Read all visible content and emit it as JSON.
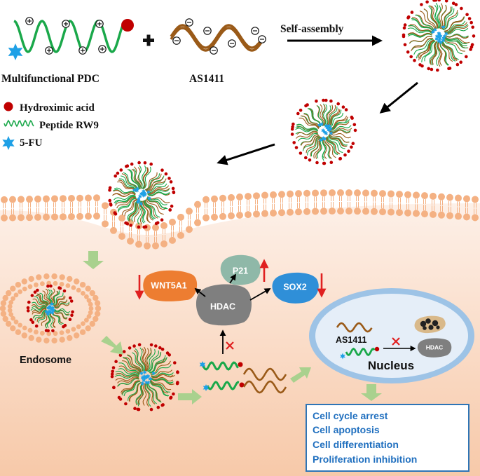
{
  "top": {
    "pdc_label": "Multifunctional PDC",
    "aptamer_label": "AS1411",
    "arrow_label": "Self-assembly"
  },
  "legend": [
    {
      "label": "Hydroximic acid",
      "icon": "red-dot-icon"
    },
    {
      "label": "Peptide RW9",
      "icon": "green-wave-icon"
    },
    {
      "label": "5-FU",
      "icon": "blue-star-icon"
    }
  ],
  "cell": {
    "endosome_label": "Endosome",
    "nucleus_label": "Nucleus",
    "nucleus_aptamer_label": "AS1411",
    "nucleus_hdac_label": "HDAC",
    "hdac_label": "HDAC",
    "targets": [
      {
        "label": "WNT5A1",
        "trend": "down"
      },
      {
        "label": "P21",
        "trend": "up"
      },
      {
        "label": "SOX2",
        "trend": "down"
      }
    ],
    "outcomes": [
      "Cell cycle arrest",
      "Cell apoptosis",
      "Cell differentiation",
      "Proliferation inhibition"
    ]
  },
  "colors": {
    "peptide_green": "#1aa84a",
    "red_dot": "#c00000",
    "star_blue": "#1ea0e6",
    "aptamer_brown": "#9a5a18",
    "lipid_orange": "#f4b183",
    "cyto_bg": "#f9d3bd",
    "arrow_green": "#a9d18e",
    "wnt_orange": "#ed7d31",
    "p21_green": "#8fb8a8",
    "sox_blue": "#2f8fd8",
    "hdac_gray": "#7f7f7f",
    "nucleus_fill": "#e5eef8",
    "nucleus_ring": "#9dc3e6",
    "box_blue": "#2e75b6",
    "text_blue": "#1f6fbf",
    "down_red": "#e02020"
  }
}
